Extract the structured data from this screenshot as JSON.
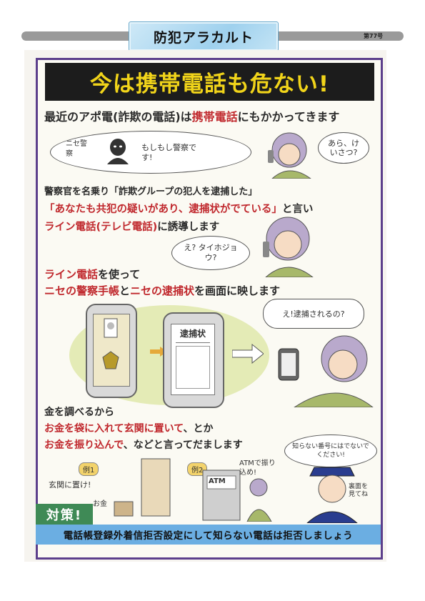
{
  "header": {
    "series_title": "防犯アラカルト",
    "issue": "第77号"
  },
  "title": "今は携帯電話も危ない!",
  "intro": {
    "before": "最近のアポ電(詐欺の電話)は",
    "highlight": "携帯電話",
    "after": "にもかかってきます"
  },
  "scene1": {
    "caller_label": "ニセ警察",
    "caller_speech": "もしもし警察です!",
    "victim_speech": "あら、けいさつ?"
  },
  "step2": {
    "line1": "警察官を名乗り「詐欺グループの犯人を逮捕した」",
    "line2_red": "「あなたも共犯の疑いがあり、逮捕状がでている」",
    "line2_after": "と言い",
    "line3_red": "ライン電話(テレビ電話)",
    "line3_after": "に誘導します",
    "victim_speech": "え? タイホジョウ?"
  },
  "step3": {
    "line1_red": "ライン電話",
    "line1_after": "を使って",
    "line2_a": "ニセの警察手帳",
    "line2_b": "と",
    "line2_c": "ニセの逮捕状",
    "line2_d": "を画面に映します",
    "warrant_label": "逮捕状",
    "victim_speech": "え!逮捕されるの?"
  },
  "step4": {
    "line1": "金を調べるから",
    "line2_red": "お金を袋に入れて玄関に置いて",
    "line2_after": "、とか",
    "line3_red": "お金を振り込んで",
    "line3_after": "、などと言ってだまします",
    "example1": "例1",
    "example1_caption": "玄関に置け!",
    "example1_money": "お金",
    "example2": "例2",
    "atm_label": "ATM",
    "atm_caption": "ATMで振り込め!",
    "officer_speech": "知らない番号にはでないでください!",
    "officer_note": "裏面を見てね"
  },
  "countermeasure": {
    "tag": "対策!",
    "text": "電話帳登録外着信拒否設定にして知らない電話は拒否しましょう"
  },
  "colors": {
    "frame_purple": "#5c3f8c",
    "title_yellow": "#f1d41a",
    "text_red": "#c0282d",
    "tag_green": "#3f8a56",
    "bar_blue": "#6baee2"
  }
}
